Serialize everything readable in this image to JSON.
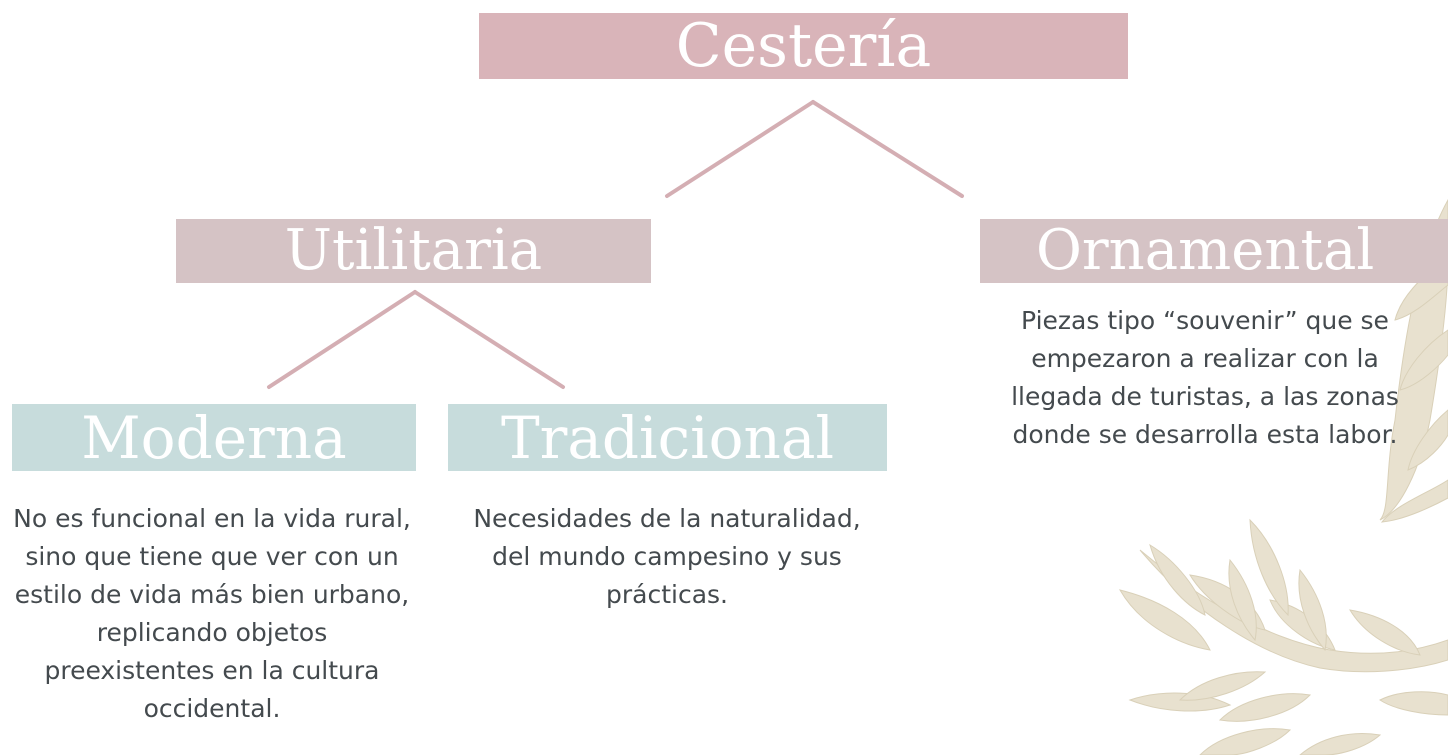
{
  "diagram": {
    "root": {
      "label": "Cestería"
    },
    "categories": [
      {
        "label": "Utilitaria",
        "children": [
          {
            "label": "Moderna",
            "description": "No es funcional en la vida rural, sino que tiene que ver con un estilo de vida más bien urbano, replicando objetos preexistentes en la cultura occidental."
          },
          {
            "label": "Tradicional",
            "description": "Necesidades de la naturalidad, del mundo campesino y sus prácticas."
          }
        ]
      },
      {
        "label": "Ornamental",
        "description": "Piezas tipo “souvenir” que se empezaron a realizar con la llegada de turistas, a las zonas donde se desarrolla esta labor."
      }
    ]
  },
  "colors": {
    "root_box": "#d9b4b9",
    "category_box": "#d5c3c5",
    "leaf_box": "#c7dcdc",
    "connector": "#d4aeb3",
    "body_text": "#444a4e",
    "decoration": "#e8e1cf"
  },
  "icons": {
    "decoration": "fern-leaf-icon"
  }
}
